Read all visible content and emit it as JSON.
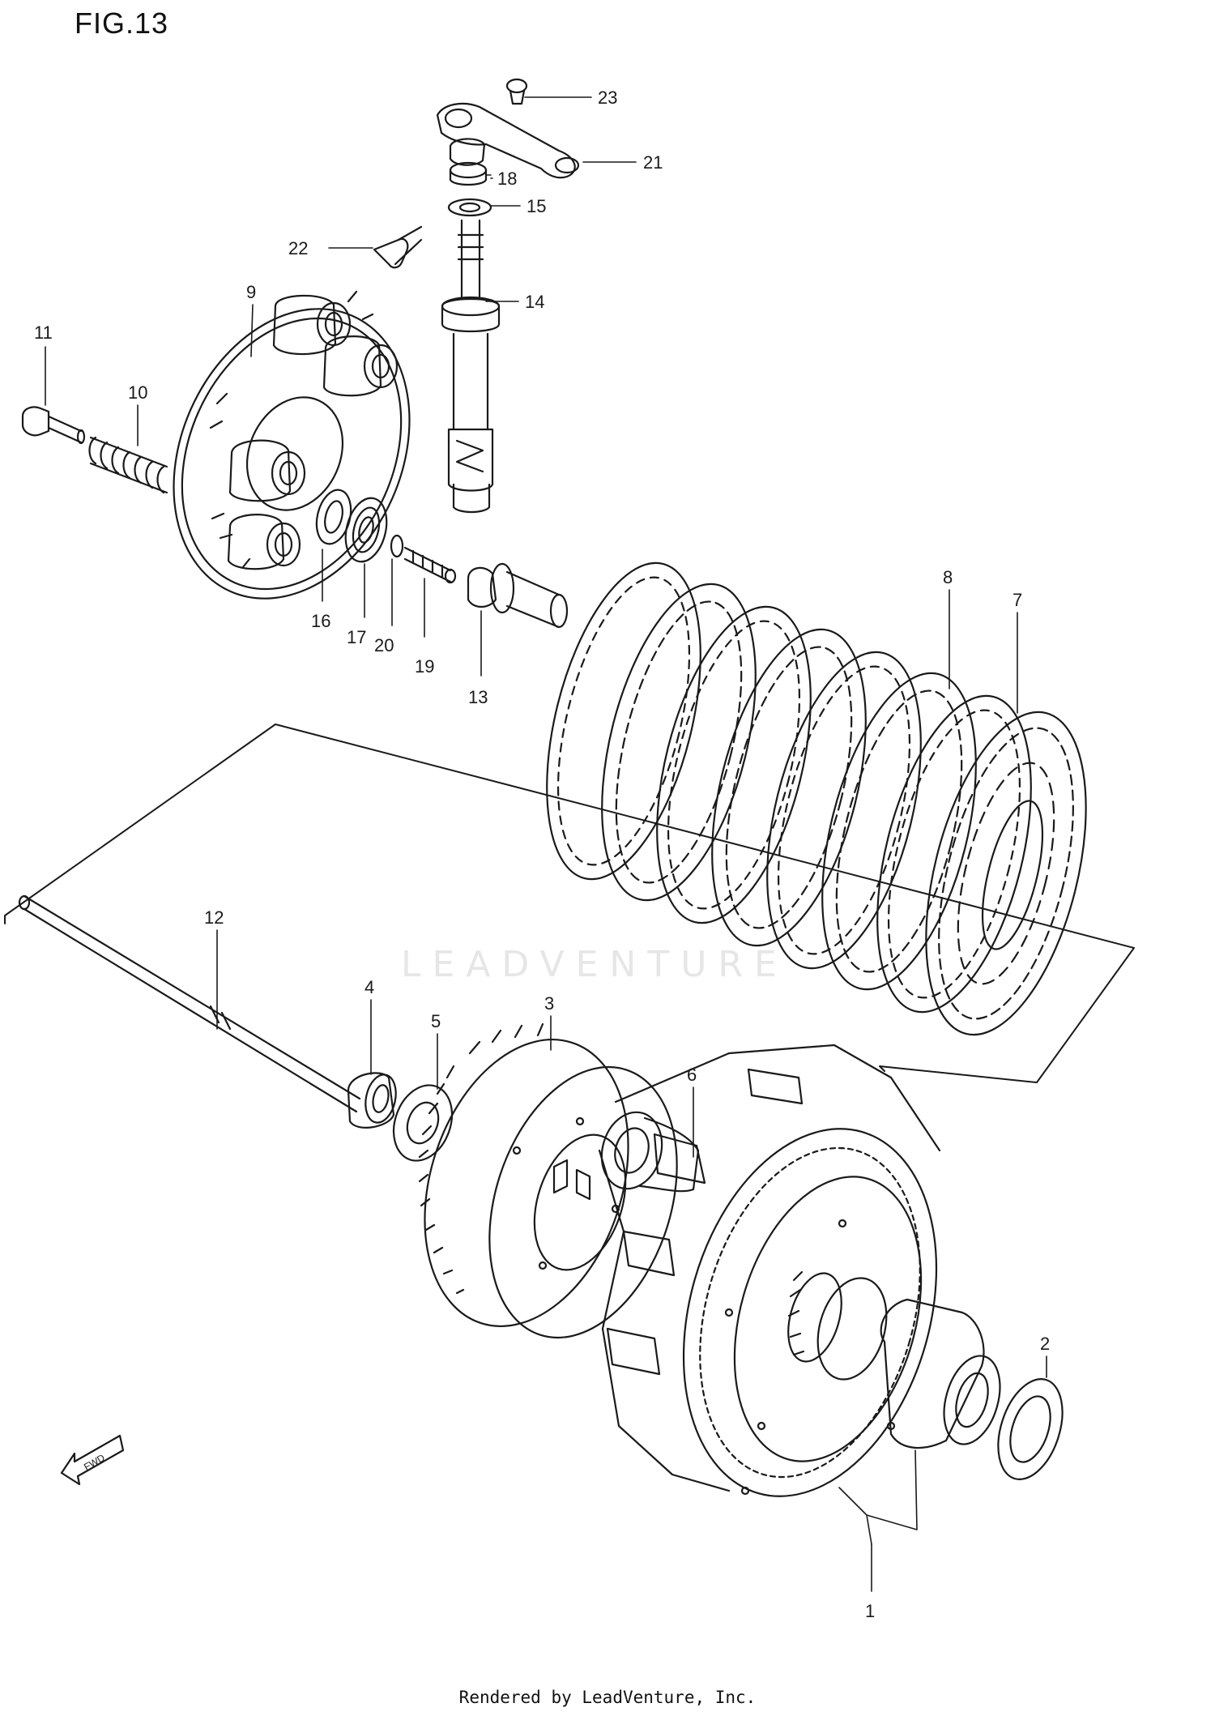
{
  "figure": {
    "title": "FIG.13"
  },
  "callouts": [
    {
      "id": "1",
      "label": "1"
    },
    {
      "id": "2",
      "label": "2"
    },
    {
      "id": "3",
      "label": "3"
    },
    {
      "id": "4",
      "label": "4"
    },
    {
      "id": "5",
      "label": "5"
    },
    {
      "id": "6",
      "label": "6"
    },
    {
      "id": "7",
      "label": "7"
    },
    {
      "id": "8",
      "label": "8"
    },
    {
      "id": "9",
      "label": "9"
    },
    {
      "id": "10",
      "label": "10"
    },
    {
      "id": "11",
      "label": "11"
    },
    {
      "id": "12",
      "label": "12"
    },
    {
      "id": "13",
      "label": "13"
    },
    {
      "id": "14",
      "label": "14"
    },
    {
      "id": "15",
      "label": "15"
    },
    {
      "id": "16",
      "label": "16"
    },
    {
      "id": "17",
      "label": "17"
    },
    {
      "id": "18",
      "label": "18"
    },
    {
      "id": "19",
      "label": "19"
    },
    {
      "id": "20",
      "label": "20"
    },
    {
      "id": "21",
      "label": "21"
    },
    {
      "id": "22",
      "label": "22"
    },
    {
      "id": "23",
      "label": "23"
    }
  ],
  "watermark": {
    "text": "LEADVENTURE"
  },
  "direction_marker": {
    "label": "FWD",
    "icon": "arrow-left-icon"
  },
  "footer": {
    "credit": "Rendered by LeadVenture, Inc."
  },
  "colors": {
    "ink": "#1a1a1a",
    "watermark": "#e6e6e6",
    "background": "#ffffff"
  }
}
